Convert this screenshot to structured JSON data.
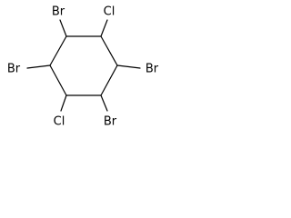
{
  "molecule": {
    "atoms": {
      "top_left_substituent": "Br",
      "top_right_substituent": "Cl",
      "left_substituent": "Br",
      "right_substituent": "Br",
      "bottom_left_substituent": "Cl",
      "bottom_right_substituent": "Br"
    },
    "colors": {
      "bond": "#000000",
      "label": "#000000",
      "background": "#ffffff"
    }
  }
}
